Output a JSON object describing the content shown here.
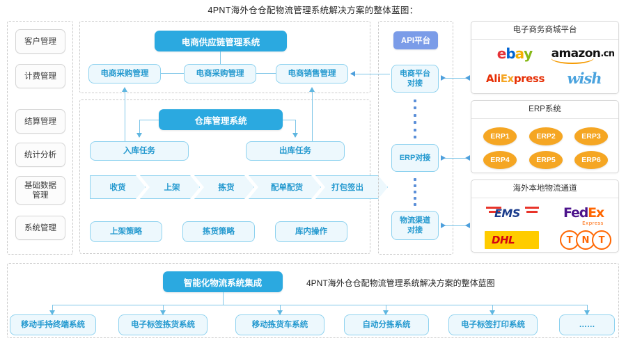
{
  "title": "4PNT海外仓仓配物流管理系统解决方案的整体蓝图：",
  "colors": {
    "primary_blue": "#2BA9E0",
    "light_blue_fill": "#EDF8FD",
    "light_blue_border": "#8ED2EF",
    "light_blue_text": "#2499CF",
    "api_purple": "#7B9CE8",
    "erp_orange": "#F5A623",
    "dashed_gray": "#C9C9C9"
  },
  "sidebar": {
    "items": [
      {
        "label": "客户管理"
      },
      {
        "label": "计费管理"
      },
      {
        "label": "结算管理"
      },
      {
        "label": "统计分析"
      },
      {
        "label": "基础数据管理"
      },
      {
        "label": "系统管理"
      }
    ]
  },
  "supply_chain": {
    "header": "电商供应链管理系统",
    "modules": [
      {
        "label": "电商采购管理"
      },
      {
        "label": "电商采购管理"
      },
      {
        "label": "电商销售管理"
      }
    ]
  },
  "warehouse": {
    "header": "仓库管理系统",
    "tasks": [
      {
        "label": "入库任务"
      },
      {
        "label": "出库任务"
      }
    ],
    "process": [
      {
        "label": "收货"
      },
      {
        "label": "上架"
      },
      {
        "label": "拣货"
      },
      {
        "label": "配单配货"
      },
      {
        "label": "打包签出"
      }
    ],
    "strategies": [
      {
        "label": "上架策略"
      },
      {
        "label": "拣货策略"
      },
      {
        "label": "库内操作"
      }
    ]
  },
  "api_column": {
    "header": "API平台",
    "connectors": [
      {
        "label": "电商平台对接"
      },
      {
        "label": "ERP对接"
      },
      {
        "label": "物流渠道对接"
      }
    ]
  },
  "panels": {
    "ecommerce": {
      "title": "电子商务商城平台",
      "logos": [
        {
          "name": "ebay-logo",
          "text": "ebay"
        },
        {
          "name": "amazon-logo",
          "text": "amazon.cn"
        },
        {
          "name": "aliexpress-logo",
          "text": "AliExpress"
        },
        {
          "name": "wish-logo",
          "text": "wish"
        }
      ]
    },
    "erp": {
      "title": "ERP系统",
      "items": [
        {
          "label": "ERP1"
        },
        {
          "label": "ERP2"
        },
        {
          "label": "ERP3"
        },
        {
          "label": "ERP4"
        },
        {
          "label": "ERP5"
        },
        {
          "label": "ERP6"
        }
      ]
    },
    "logistics": {
      "title": "海外本地物流通道",
      "logos": [
        {
          "name": "ems-logo",
          "text": "EMS"
        },
        {
          "name": "fedex-logo",
          "text": "FedEx",
          "sub": "Express"
        },
        {
          "name": "dhl-logo",
          "text": "DHL"
        },
        {
          "name": "tnt-logo",
          "text": "TNT"
        }
      ]
    }
  },
  "bottom": {
    "header": "智能化物流系统集成",
    "caption": "4PNT海外仓仓配物流管理系统解决方案的整体蓝图",
    "items": [
      {
        "label": "移动手持终端系统"
      },
      {
        "label": "电子标签拣货系统"
      },
      {
        "label": "移动拣货车系统"
      },
      {
        "label": "自动分拣系统"
      },
      {
        "label": "电子标签打印系统"
      },
      {
        "label": "……"
      }
    ]
  },
  "amazon_parts": {
    "main": "amazon",
    "suffix": ".cn"
  },
  "ebay_parts": {
    "e": "e",
    "b": "b",
    "a": "a",
    "y": "y"
  },
  "ali_parts": {
    "ali": "Ali",
    "ex": "Ex",
    "press": "press"
  },
  "fedex_parts": {
    "fed": "Fed",
    "ex": "Ex"
  },
  "tnt_parts": {
    "t1": "T",
    "n": "N",
    "t2": "T"
  }
}
